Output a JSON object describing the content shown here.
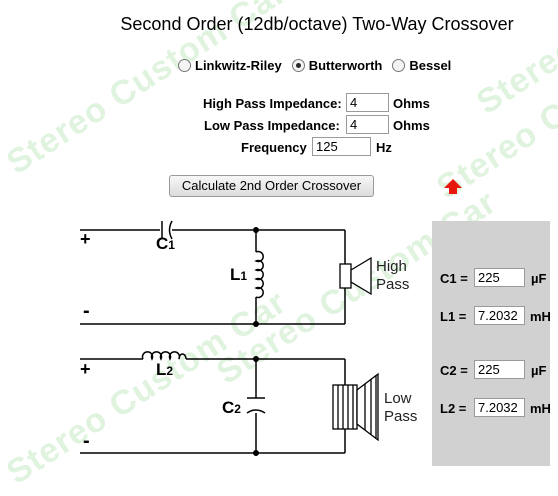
{
  "page": {
    "title": "Second Order (12db/octave) Two-Way Crossover"
  },
  "watermark": {
    "text": "Stereo Custom Car"
  },
  "filter_types": [
    {
      "label": "Linkwitz-Riley",
      "selected": false
    },
    {
      "label": "Butterworth",
      "selected": true
    },
    {
      "label": "Bessel",
      "selected": false
    }
  ],
  "form": {
    "high_pass_label": "High Pass Impedance:",
    "high_pass_value": "4",
    "high_pass_unit": "Ohms",
    "low_pass_label": "Low Pass Impedance:",
    "low_pass_value": "4",
    "low_pass_unit": "Ohms",
    "frequency_label": "Frequency",
    "frequency_value": "125",
    "frequency_unit": "Hz",
    "calculate_label": "Calculate 2nd Order Crossover"
  },
  "circuit": {
    "plus": "+",
    "minus": "-",
    "c1": "C",
    "c1_sub": "1",
    "l1": "L",
    "l1_sub": "1",
    "l2": "L",
    "l2_sub": "2",
    "c2": "C",
    "c2_sub": "2",
    "high_pass_speaker": [
      "High",
      "Pass"
    ],
    "low_pass_speaker": [
      "Low",
      "Pass"
    ]
  },
  "results": {
    "c1_label": "C1 =",
    "c1_value": "225",
    "c1_unit": "µF",
    "l1_label": "L1 =",
    "l1_value": "7.2032",
    "l1_unit": "mH",
    "c2_label": "C2 =",
    "c2_value": "225",
    "c2_unit": "µF",
    "l2_label": "L2 =",
    "l2_value": "7.2032",
    "l2_unit": "mH"
  },
  "colors": {
    "arrow": "#e8170e",
    "panel": "#d1d1d1",
    "watermark": "#dff3df"
  },
  "icons": {
    "arrow": "red-up-arrow-icon"
  }
}
